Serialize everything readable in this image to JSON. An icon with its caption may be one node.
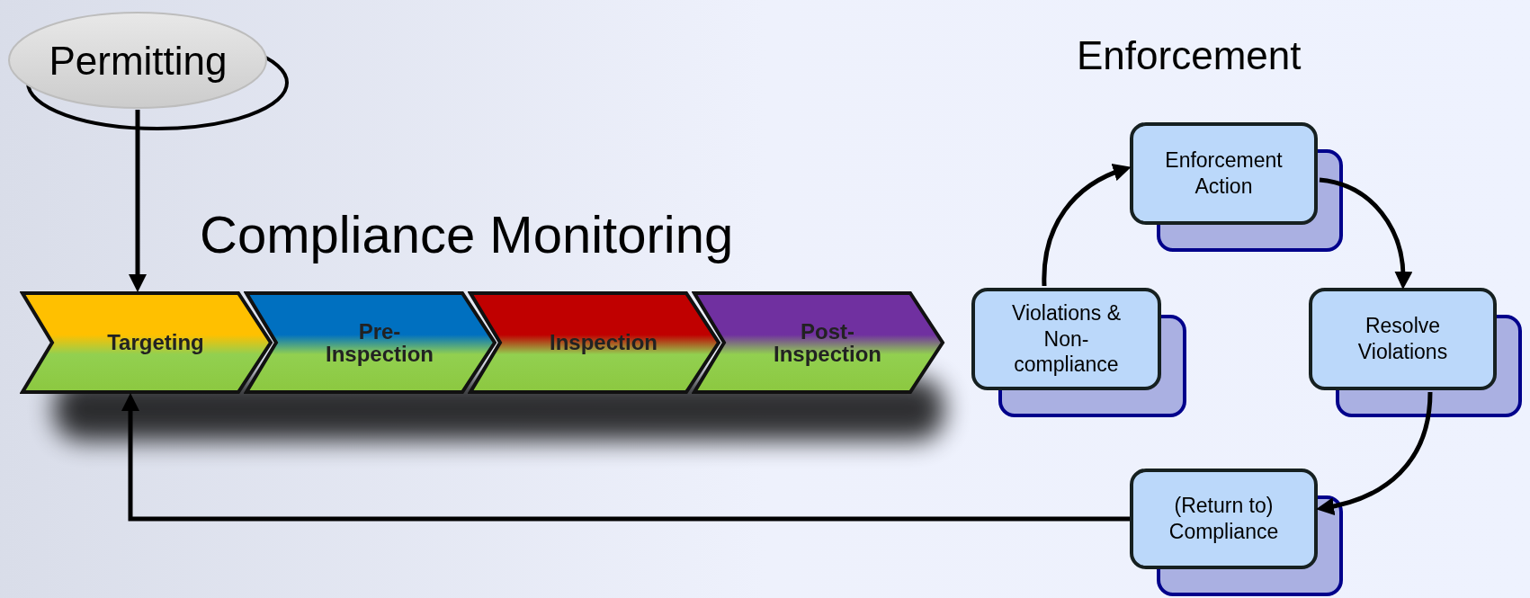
{
  "diagram": {
    "nodes": [
      {
        "text": [
          "Permitting"
        ]
      },
      {
        "text": [
          "Targeting"
        ]
      },
      {
        "text": [
          "Pre-Inspection"
        ]
      },
      {
        "text": [
          "Inspection"
        ]
      },
      {
        "text": [
          "Post-Inspection"
        ]
      },
      {
        "text": [
          "Violations & Non-compliance"
        ]
      },
      {
        "text": [
          "Enforcement Action"
        ]
      },
      {
        "text": [
          "Resolve Violations"
        ]
      },
      {
        "text": [
          "(Return to) Compliance"
        ]
      }
    ],
    "edges": [
      {
        "from": 0,
        "to": 1,
        "arrow": "to"
      },
      {
        "from": 5,
        "to": 6,
        "arrow": "to"
      },
      {
        "from": 6,
        "to": 7,
        "arrow": "to"
      },
      {
        "from": 7,
        "to": 8,
        "arrow": "to"
      },
      {
        "from": 8,
        "to": 1,
        "arrow": "to"
      }
    ],
    "labels": [
      "Compliance Monitoring",
      "Enforcement"
    ]
  }
}
